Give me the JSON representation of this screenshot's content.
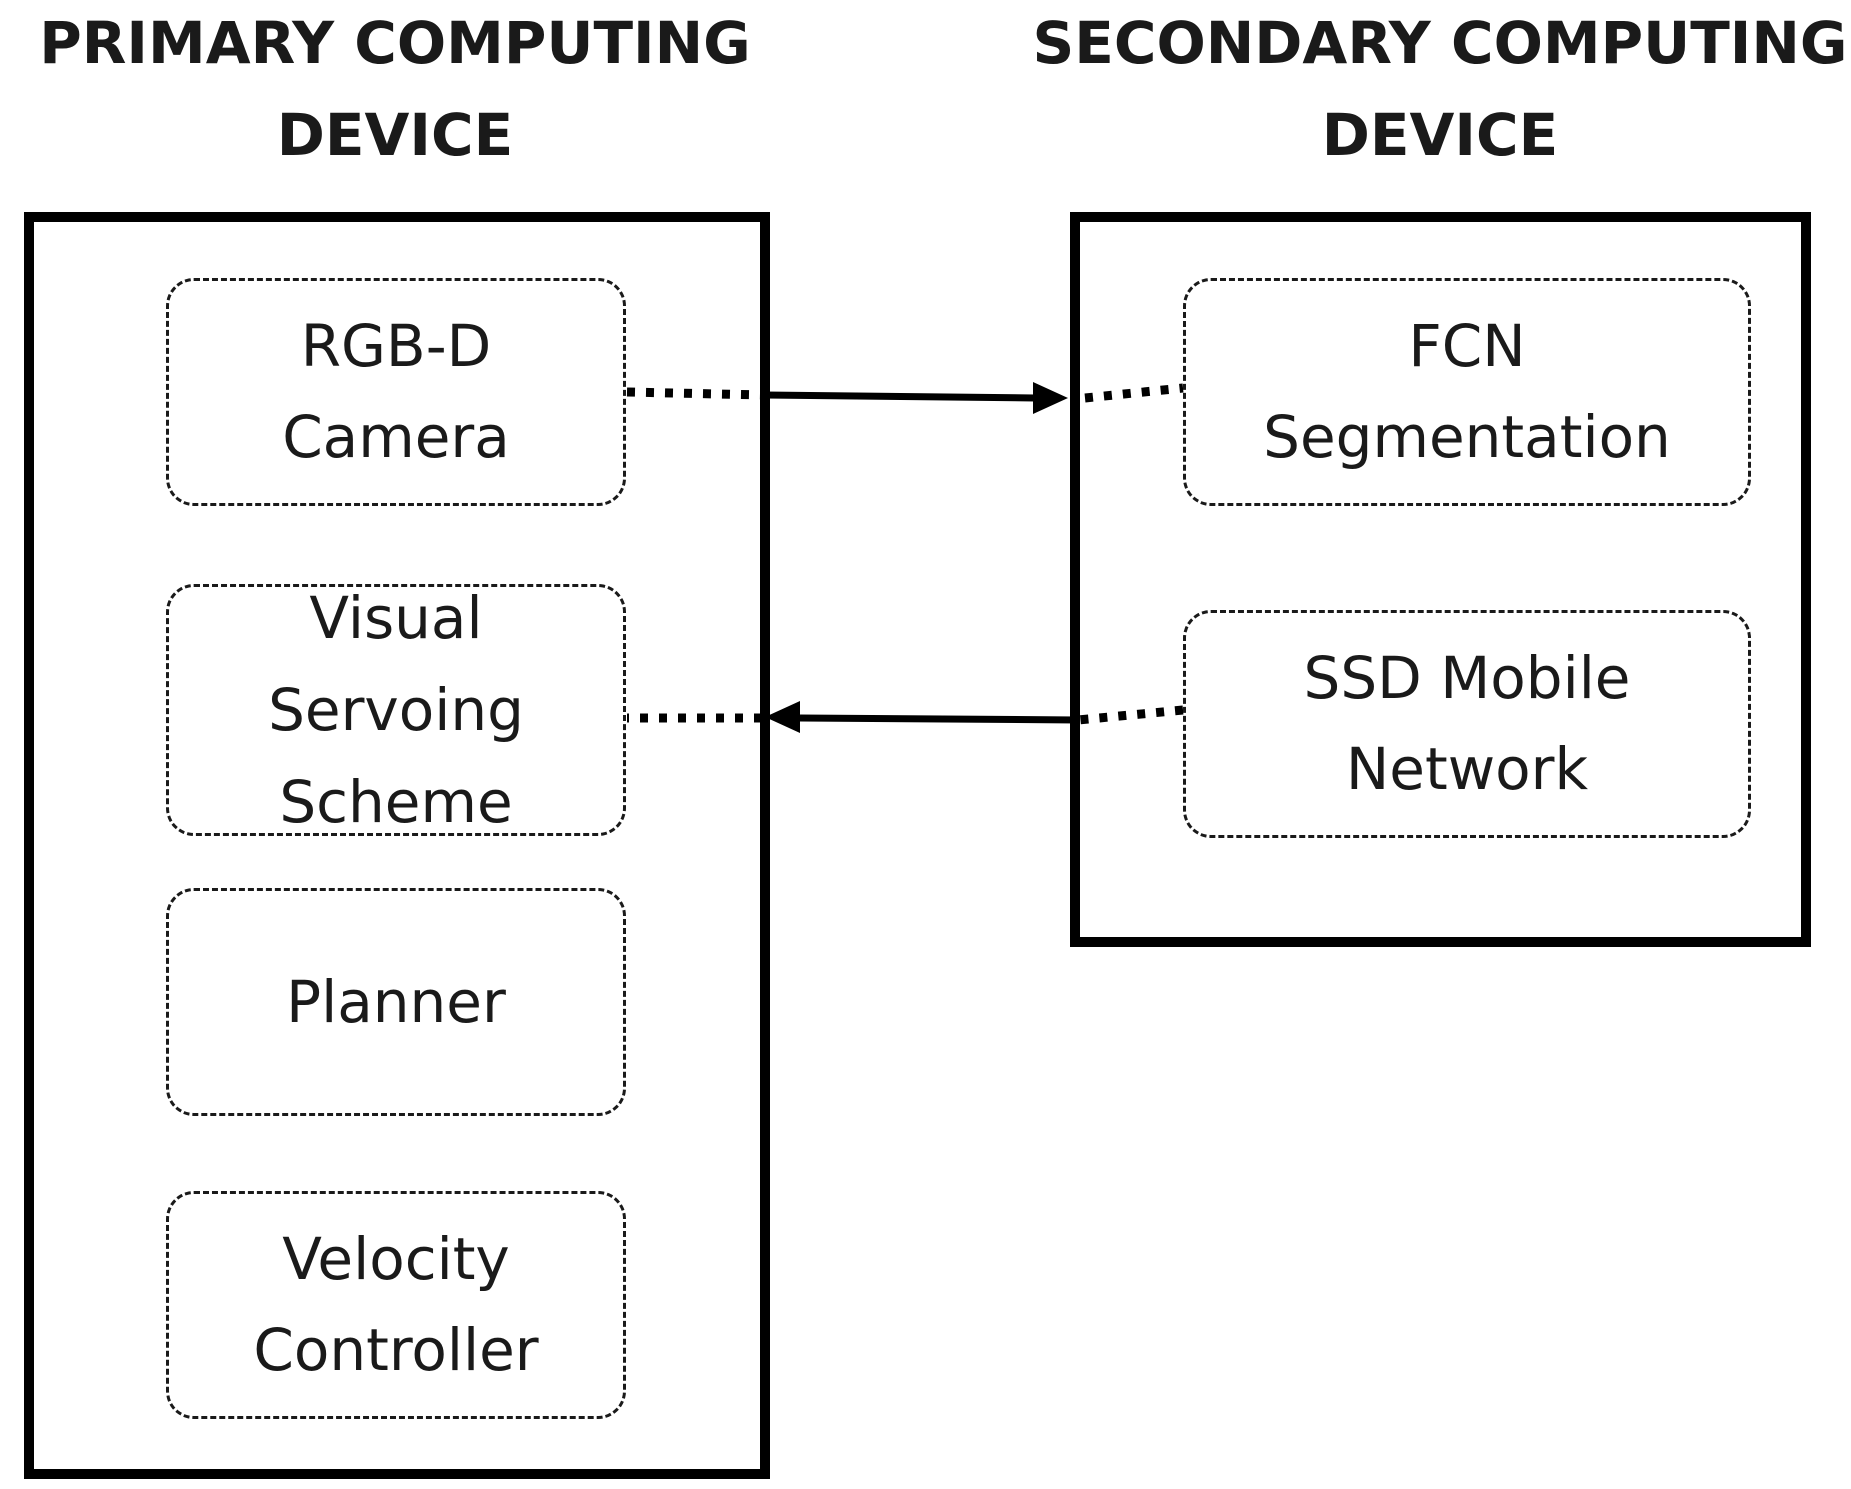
{
  "headings": {
    "primary": [
      "PRIMARY COMPUTING",
      "DEVICE"
    ],
    "secondary": [
      "SECONDARY COMPUTING",
      "DEVICE"
    ]
  },
  "primary_device": {
    "modules": {
      "rgbd_camera": [
        "RGB-D",
        "Camera"
      ],
      "visual_servoing_scheme": [
        "Visual",
        "Servoing",
        "Scheme"
      ],
      "planner": [
        "Planner"
      ],
      "velocity_controller": [
        "Velocity",
        "Controller"
      ]
    }
  },
  "secondary_device": {
    "modules": {
      "fcn_segmentation": [
        "FCN",
        "Segmentation"
      ],
      "ssd_mobile_network": [
        "SSD Mobile",
        "Network"
      ]
    }
  },
  "connections": [
    {
      "from": "RGB-D Camera",
      "to": "FCN Segmentation"
    },
    {
      "from": "SSD Mobile Network",
      "to": "Visual Servoing Scheme"
    }
  ],
  "colors": {
    "line": "#000000",
    "text": "#1a1a1a",
    "background": "#ffffff"
  }
}
